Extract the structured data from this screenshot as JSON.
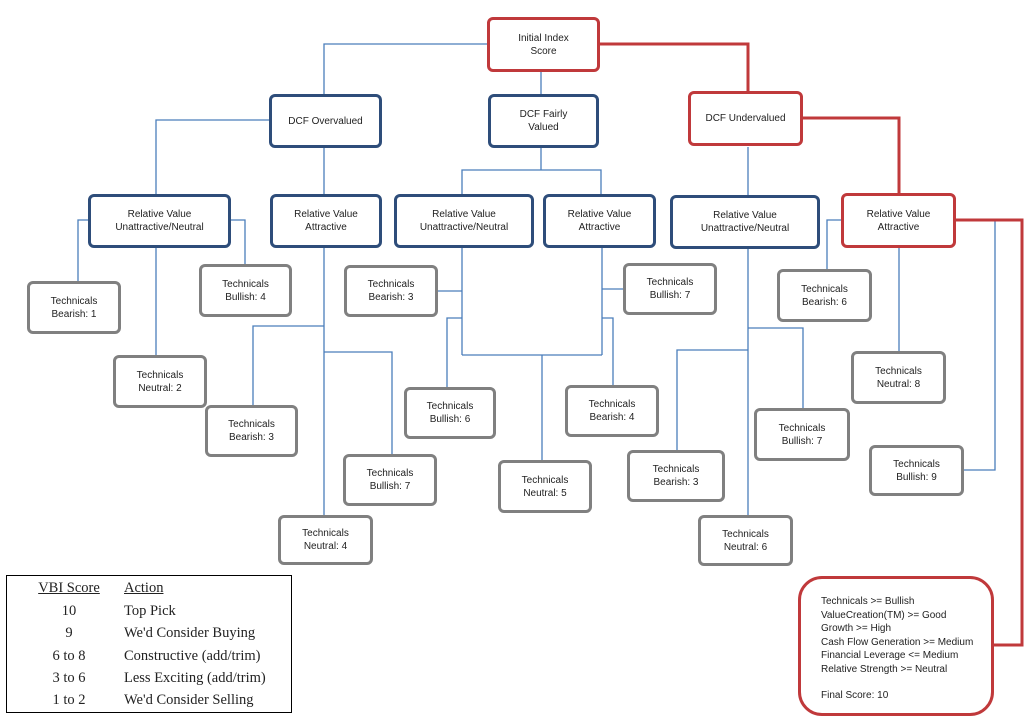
{
  "nodes": {
    "initial": "Initial Index\nScore",
    "dcf_over": "DCF Overvalued",
    "dcf_fair": "DCF Fairly\nValued",
    "dcf_under": "DCF Undervalued",
    "rv_o_un": "Relative Value\nUnattractive/Neutral",
    "rv_o_at": "Relative Value\nAttractive",
    "rv_f_un": "Relative Value\nUnattractive/Neutral",
    "rv_f_at": "Relative Value\nAttractive",
    "rv_u_un": "Relative Value\nUnattractive/Neutral",
    "rv_u_at": "Relative Value\nAttractive",
    "t_b1": "Technicals\nBearish: 1",
    "t_n2": "Technicals\nNeutral: 2",
    "t_bu4": "Technicals\nBullish: 4",
    "t_b3a": "Technicals\nBearish: 3",
    "t_bu7a": "Technicals\nBullish: 7",
    "t_n4": "Technicals\nNeutral: 4",
    "t_b3b": "Technicals\nBearish: 3",
    "t_bu6": "Technicals\nBullish: 6",
    "t_n5": "Technicals\nNeutral: 5",
    "t_b4": "Technicals\nBearish: 4",
    "t_bu7b": "Technicals\nBullish: 7",
    "t_b3c": "Technicals\nBearish: 3",
    "t_n6": "Technicals\nNeutral: 6",
    "t_bu7c": "Technicals\nBullish: 7",
    "t_b6": "Technicals\nBearish: 6",
    "t_n8": "Technicals\nNeutral: 8",
    "t_bu9": "Technicals\nBullish: 9"
  },
  "criteria": {
    "lines": [
      "Technicals >= Bullish",
      "ValueCreation(TM) >= Good",
      "Growth >= High",
      "Cash Flow Generation >= Medium",
      "Financial Leverage <= Medium",
      "Relative Strength >= Neutral"
    ],
    "final": "Final Score: 10"
  },
  "legend": {
    "score_header": "VBI Score",
    "action_header": "Action",
    "rows": [
      {
        "score": "10",
        "action": "Top Pick"
      },
      {
        "score": "9",
        "action": "We'd Consider Buying"
      },
      {
        "score": "6 to 8",
        "action": "Constructive (add/trim)"
      },
      {
        "score": "3 to 6",
        "action": "Less Exciting (add/trim)"
      },
      {
        "score": "1 to 2",
        "action": "We'd Consider Selling"
      }
    ]
  },
  "colors": {
    "blue_border": "#2e4d7a",
    "red_border": "#c0393b",
    "gray_border": "#808080",
    "connector": "#4a7ebb",
    "highlight_path": "#c0393b"
  }
}
